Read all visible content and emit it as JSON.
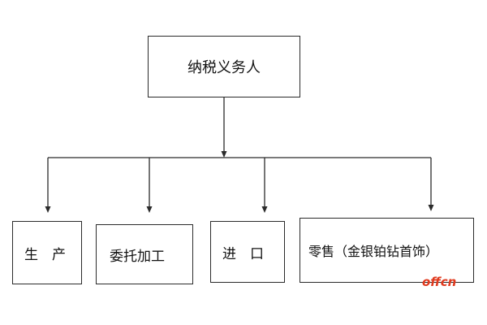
{
  "diagram": {
    "root": {
      "label": "纳税义务人"
    },
    "children": [
      {
        "label": "生　产"
      },
      {
        "label": "委托加工"
      },
      {
        "label": "进　口"
      },
      {
        "label": "零售（金银铂钻首饰）"
      }
    ],
    "watermark": "offcn",
    "colors": {
      "line": "#2b2b2b",
      "border": "#2b2b2b",
      "text": "#111111",
      "watermark": "#e03a1e"
    }
  }
}
